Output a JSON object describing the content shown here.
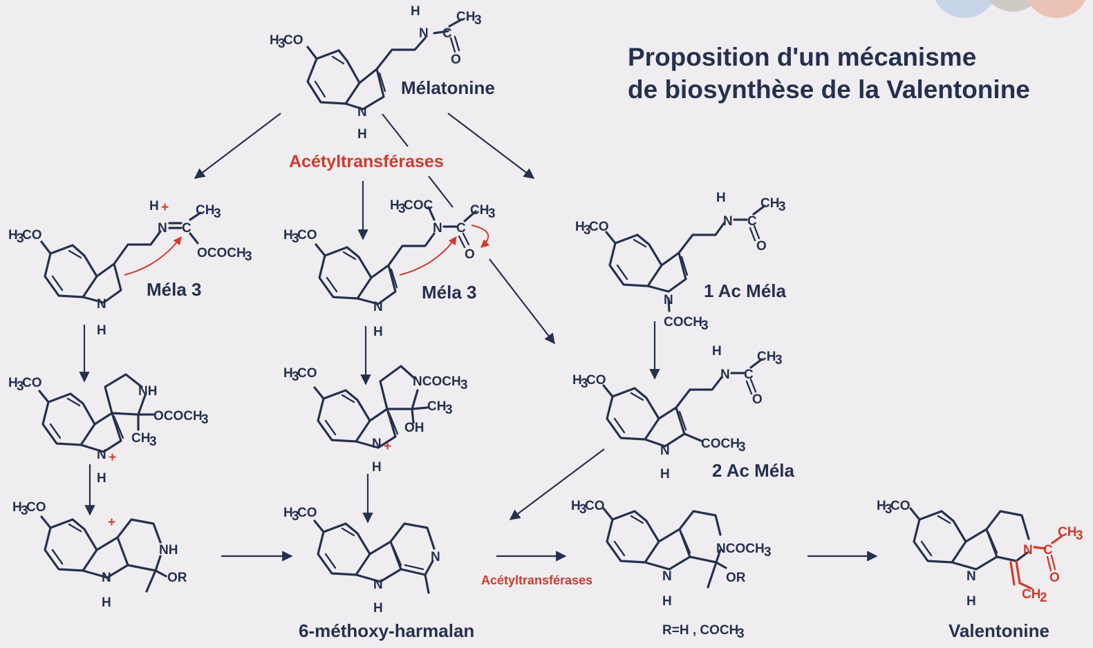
{
  "title": {
    "line1": "Proposition d'un mécanisme",
    "line2": "de biosynthèse de la Valentonine"
  },
  "enzymes": {
    "main": "Acétyltransférases",
    "bottom": "Acétyltransférases"
  },
  "compounds": {
    "melatonine": "Mélatonine",
    "mela3_left": "Méla 3",
    "mela3_mid": "Méla 3",
    "ac1_mela": "1 Ac Méla",
    "ac2_mela": "2 Ac Méla",
    "harmalan": "6-méthoxy-harmalan",
    "r_group": "R=H , COCH",
    "valentonine": "Valentonine"
  },
  "atoms": {
    "methoxy": "H",
    "methoxy_tail": "CO",
    "sub3": "3",
    "n": "N",
    "h": "H",
    "nh": "NH",
    "c": "C",
    "o": "O",
    "ch": "CH",
    "ococh": "OCOCH",
    "ncoch": "NCOCH",
    "coch": "COCH",
    "or": "OR",
    "oh": "OH",
    "h3coc": "COC",
    "plus": "+",
    "n_dash_c": "N–C",
    "ch2": "CH",
    "sub2": "2",
    "eq": "="
  },
  "colors": {
    "ink": "#26304f",
    "accent": "#d03a2c",
    "background": "#efedf0"
  }
}
